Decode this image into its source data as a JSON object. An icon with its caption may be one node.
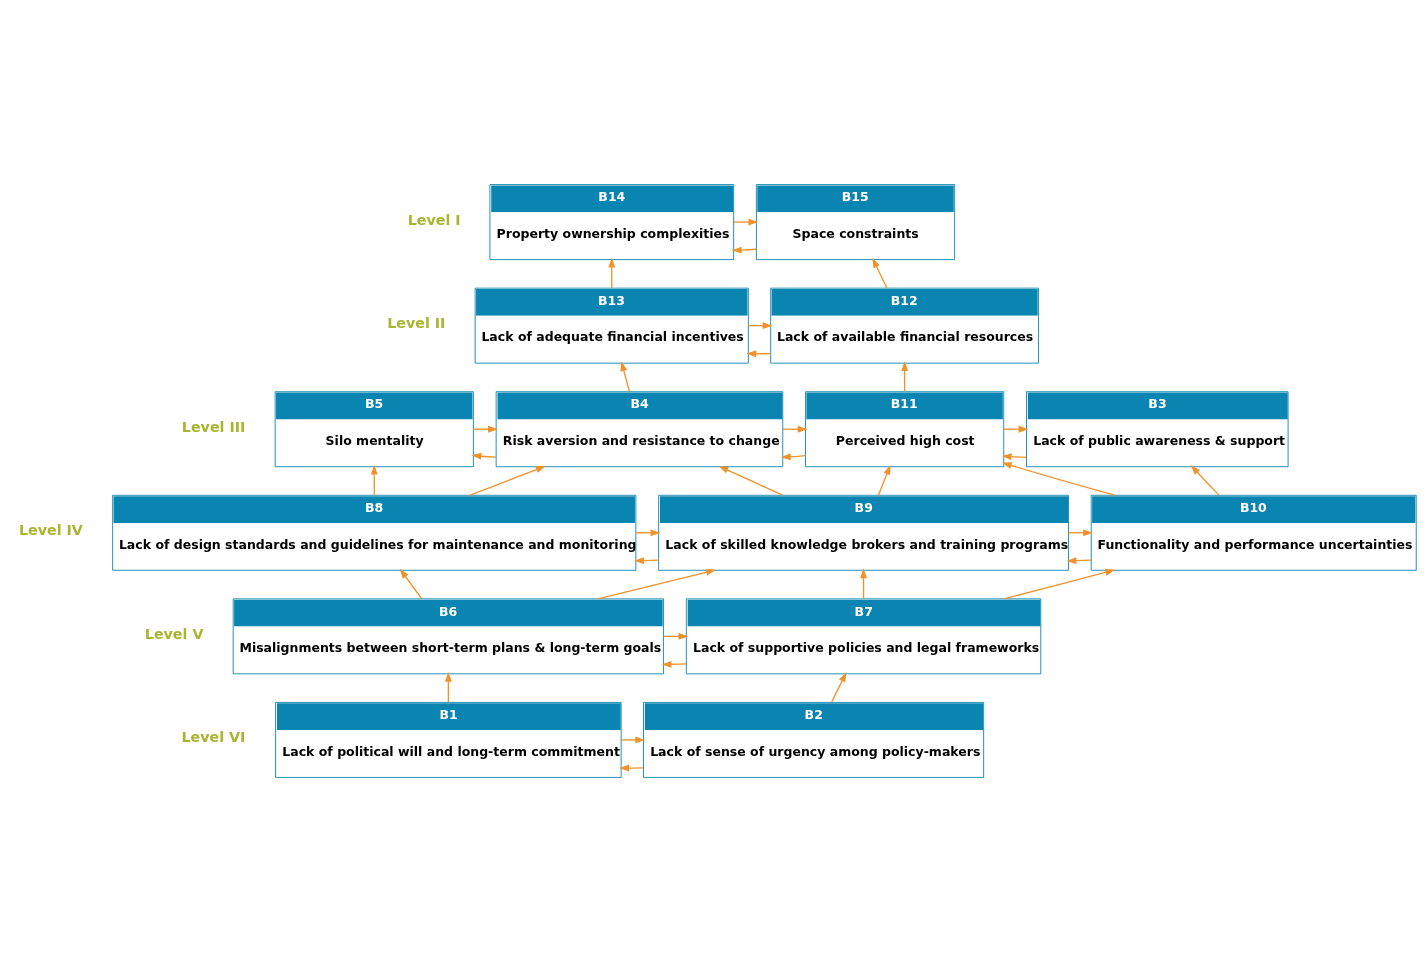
{
  "diagram": {
    "nodes": [
      {
        "text": [
          "B14",
          "Property ownership complexities"
        ]
      },
      {
        "text": [
          "B15",
          "Space constraints"
        ]
      },
      {
        "text": [
          "B13",
          "Lack of adequate financial incentives"
        ]
      },
      {
        "text": [
          "B12",
          "Lack of available financial resources"
        ]
      },
      {
        "text": [
          "B5",
          "Silo mentality"
        ]
      },
      {
        "text": [
          "B4",
          "Risk aversion and resistance to change"
        ]
      },
      {
        "text": [
          "B11",
          "Perceived high cost"
        ]
      },
      {
        "text": [
          "B3",
          "Lack of public awareness & support"
        ]
      },
      {
        "text": [
          "B8",
          "Lack of design standards and guidelines for maintenance and monitoring"
        ]
      },
      {
        "text": [
          "B9",
          "Lack of skilled knowledge brokers and training programs"
        ]
      },
      {
        "text": [
          "B10",
          "Functionality and performance uncertainties"
        ]
      },
      {
        "text": [
          "B6",
          "Misalignments between short-term plans & long-term goals"
        ]
      },
      {
        "text": [
          "B7",
          "Lack of supportive policies and legal frameworks"
        ]
      },
      {
        "text": [
          "B1",
          "Lack of political will and long-term commitment"
        ]
      },
      {
        "text": [
          "B2",
          "Lack of sense of urgency among policy-makers"
        ]
      }
    ],
    "edges": [
      {
        "from": 0,
        "to": 1,
        "arrow": "to"
      },
      {
        "from": 1,
        "to": 0,
        "arrow": "to"
      },
      {
        "from": 2,
        "to": 0,
        "arrow": "to"
      },
      {
        "from": 3,
        "to": 1,
        "arrow": "to"
      },
      {
        "from": 2,
        "to": 3,
        "arrow": "to"
      },
      {
        "from": 3,
        "to": 2,
        "arrow": "to"
      },
      {
        "from": 5,
        "to": 2,
        "arrow": "to"
      },
      {
        "from": 6,
        "to": 3,
        "arrow": "to"
      },
      {
        "from": 4,
        "to": 5,
        "arrow": "to"
      },
      {
        "from": 5,
        "to": 4,
        "arrow": "to"
      },
      {
        "from": 5,
        "to": 6,
        "arrow": "to"
      },
      {
        "from": 6,
        "to": 5,
        "arrow": "to"
      },
      {
        "from": 6,
        "to": 7,
        "arrow": "to"
      },
      {
        "from": 7,
        "to": 6,
        "arrow": "to"
      },
      {
        "from": 8,
        "to": 4,
        "arrow": "to"
      },
      {
        "from": 8,
        "to": 5,
        "arrow": "to"
      },
      {
        "from": 9,
        "to": 5,
        "arrow": "to"
      },
      {
        "from": 9,
        "to": 6,
        "arrow": "to"
      },
      {
        "from": 10,
        "to": 6,
        "arrow": "to"
      },
      {
        "from": 10,
        "to": 7,
        "arrow": "to"
      },
      {
        "from": 8,
        "to": 9,
        "arrow": "to"
      },
      {
        "from": 9,
        "to": 8,
        "arrow": "to"
      },
      {
        "from": 9,
        "to": 10,
        "arrow": "to"
      },
      {
        "from": 10,
        "to": 9,
        "arrow": "to"
      },
      {
        "from": 11,
        "to": 8,
        "arrow": "to"
      },
      {
        "from": 11,
        "to": 9,
        "arrow": "to"
      },
      {
        "from": 12,
        "to": 9,
        "arrow": "to"
      },
      {
        "from": 12,
        "to": 10,
        "arrow": "to"
      },
      {
        "from": 11,
        "to": 12,
        "arrow": "to"
      },
      {
        "from": 12,
        "to": 11,
        "arrow": "to"
      },
      {
        "from": 13,
        "to": 11,
        "arrow": "to"
      },
      {
        "from": 14,
        "to": 12,
        "arrow": "to"
      },
      {
        "from": 13,
        "to": 14,
        "arrow": "to"
      },
      {
        "from": 14,
        "to": 13,
        "arrow": "to"
      }
    ],
    "labels": [
      "Level I",
      "Level II",
      "Level III",
      "Level IV",
      "Level V",
      "Level VI"
    ]
  }
}
